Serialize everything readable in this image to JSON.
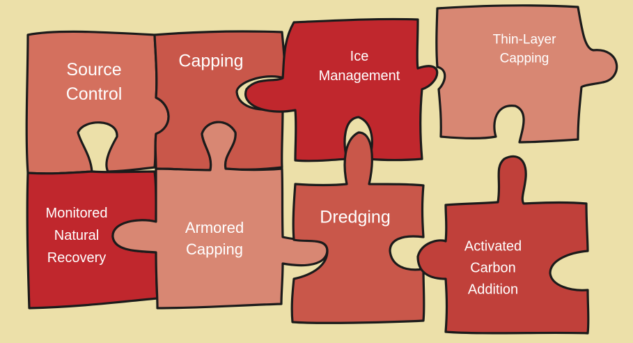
{
  "pieces": [
    {
      "id": "source-control",
      "lines": [
        "Source",
        "Control"
      ],
      "color": "#d4705e"
    },
    {
      "id": "capping",
      "lines": [
        "Capping"
      ],
      "color": "#c9574a"
    },
    {
      "id": "ice-management",
      "lines": [
        "Ice",
        "Management"
      ],
      "color": "#c0272d"
    },
    {
      "id": "thin-layer-capping",
      "lines": [
        "Thin-Layer",
        "Capping"
      ],
      "color": "#d88773"
    },
    {
      "id": "monitored-natural-recovery",
      "lines": [
        "Monitored",
        "Natural",
        "Recovery"
      ],
      "color": "#c0272d"
    },
    {
      "id": "armored-capping",
      "lines": [
        "Armored",
        "Capping"
      ],
      "color": "#d88773"
    },
    {
      "id": "dredging",
      "lines": [
        "Dredging"
      ],
      "color": "#c9574a"
    },
    {
      "id": "activated-carbon-addition",
      "lines": [
        "Activated",
        "Carbon",
        "Addition"
      ],
      "color": "#c0403a"
    }
  ],
  "background": "#ece0a9",
  "outline": "#1b1b1b"
}
